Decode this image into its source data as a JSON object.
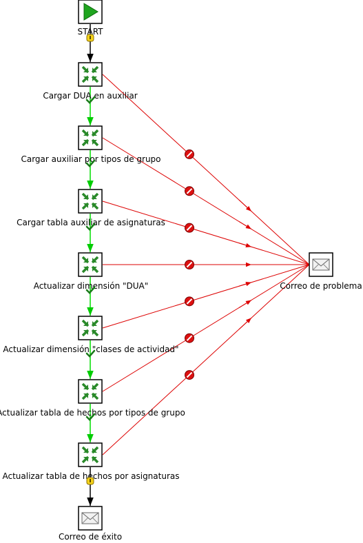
{
  "diagram": {
    "start": {
      "label": "START"
    },
    "steps": [
      {
        "label": "Cargar DUA en auxiliar"
      },
      {
        "label": "Cargar auxiliar por tipos de grupo"
      },
      {
        "label": "Cargar tabla auxiliar de asignaturas"
      },
      {
        "label": "Actualizar dimensión \"DUA\""
      },
      {
        "label": "Actualizar dimensión \"clases de actividad\""
      },
      {
        "label": "Actualizar tabla de hechos por tipos de grupo"
      },
      {
        "label": "Actualizar tabla de hechos por asignaturas"
      }
    ],
    "error_mail": {
      "label": "Correo de problema"
    },
    "success_mail": {
      "label": "Correo de éxito"
    },
    "colors": {
      "success": "#00dd00",
      "error": "#dd0000",
      "unconditional": "#000000",
      "job_icon_border": "#000000",
      "job_icon_arrow": "#2a8a2a",
      "start_play": "#1fa51f"
    }
  }
}
